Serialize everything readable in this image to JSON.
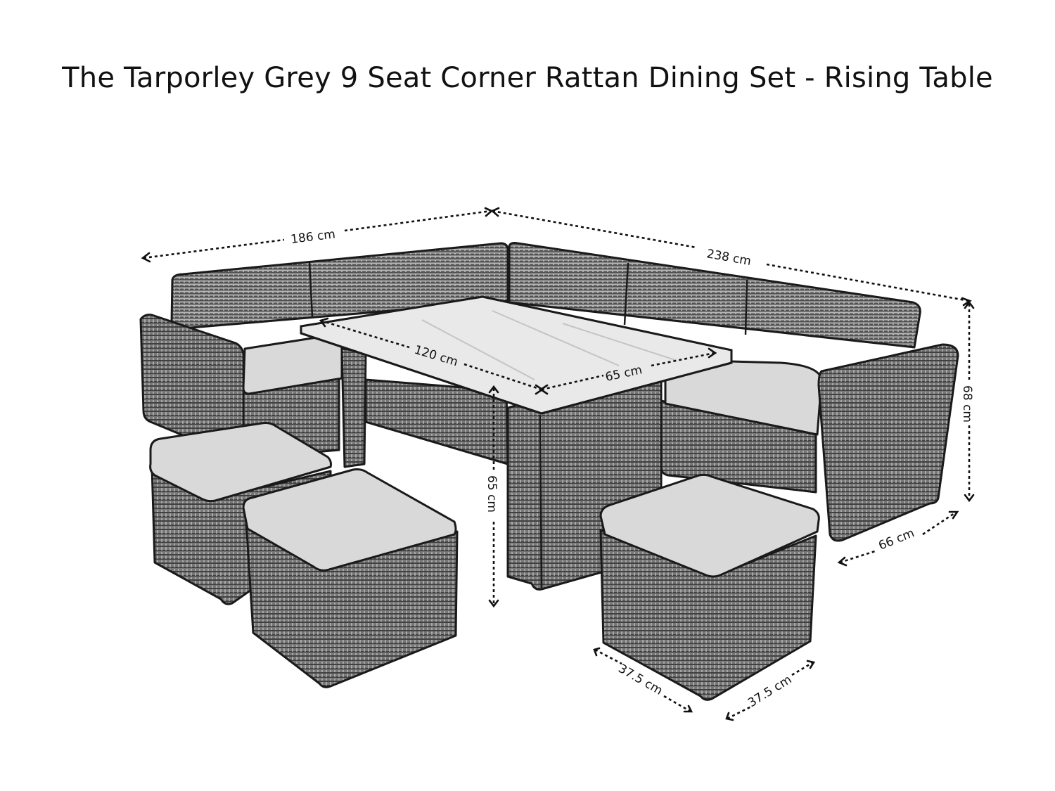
{
  "title": "The Tarporley Grey 9 Seat Corner Rattan Dining Set - Rising Table",
  "colors": {
    "line": "#111111",
    "cushion": "#d9d9d9",
    "weave_dark": "#4a4a4a",
    "weave_light": "#9a9a9a"
  },
  "dimensions": {
    "sofa_left_length": "186 cm",
    "sofa_right_length": "238 cm",
    "sofa_height": "68 cm",
    "sofa_depth": "66 cm",
    "table_length": "120 cm",
    "table_width": "65 cm",
    "table_height": "65 cm",
    "stool_width": "37.5 cm",
    "stool_depth": "37.5 cm"
  }
}
